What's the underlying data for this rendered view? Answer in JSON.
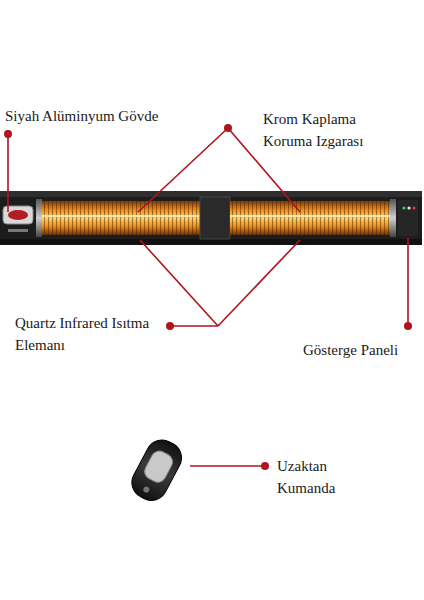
{
  "diagram": {
    "labels": [
      "Siyah Alüminyum Gövde",
      "Krom Kaplama Koruma Izgarası",
      "Quartz Infrared Isıtma Elemanı",
      "Gösterge Paneli",
      "Uzaktan Kumanda"
    ]
  }
}
